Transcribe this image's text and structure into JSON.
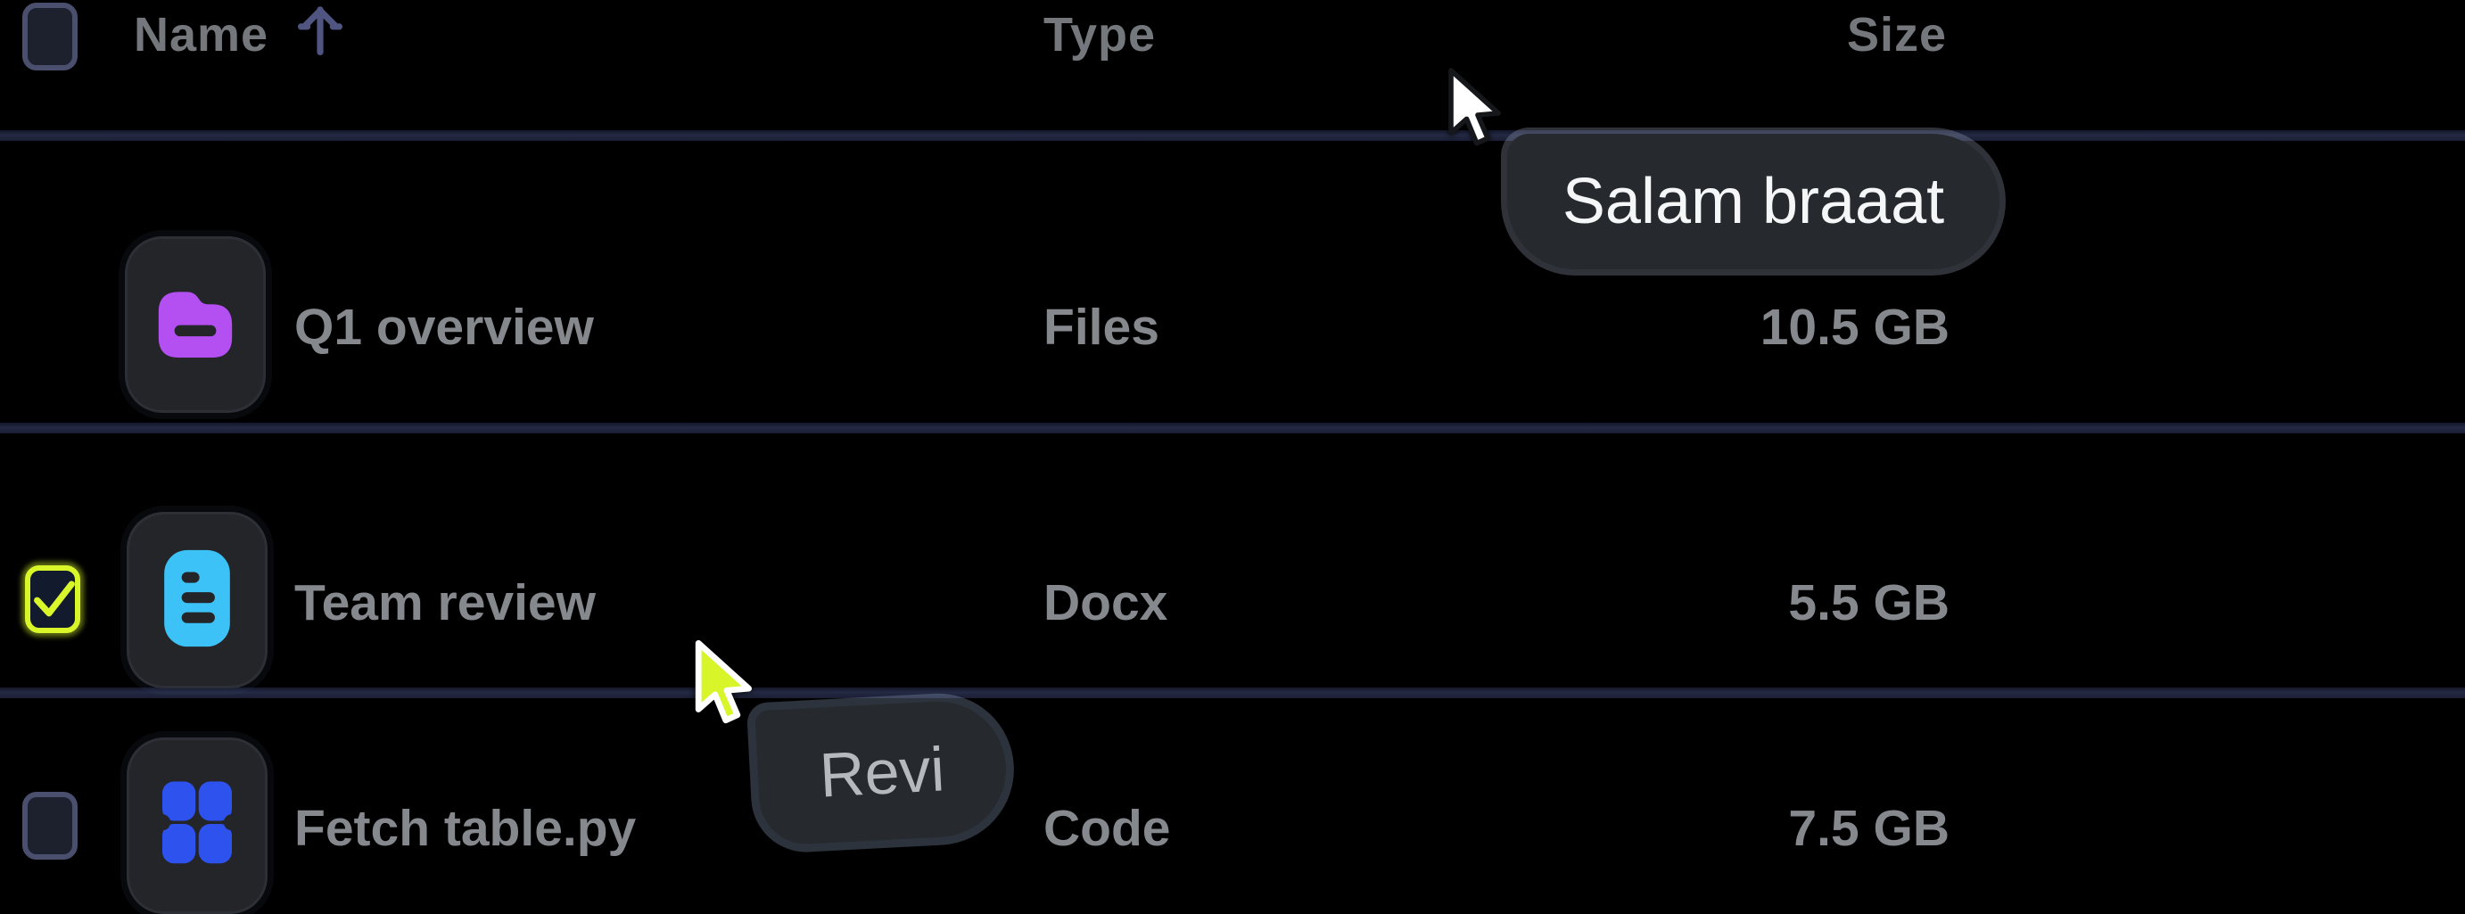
{
  "table": {
    "header": {
      "name_label": "Name",
      "type_label": "Type",
      "size_label": "Size",
      "sort_column": "Name",
      "sort_direction": "ascending"
    },
    "rows": [
      {
        "name": "Q1 overview",
        "type": "Files",
        "size": "10.5 GB",
        "icon": "folder-icon",
        "checked": false
      },
      {
        "name": "Team review",
        "type": "Docx",
        "size": "5.5 GB",
        "icon": "document-icon",
        "checked": true
      },
      {
        "name": "Fetch table.py",
        "type": "Code",
        "size": "7.5 GB",
        "icon": "code-icon",
        "checked": false
      }
    ]
  },
  "collaborators": [
    {
      "label": "Salam braaat",
      "cursor_color": "#ffffff"
    },
    {
      "label": "Revi",
      "cursor_color": "#d7f528"
    }
  ],
  "colors": {
    "background": "#000000",
    "divider": "#242a44",
    "header_text": "#74777c",
    "cell_text": "#85888d",
    "folder_accent": "#b44ff2",
    "document_accent": "#3cc2f6",
    "code_accent": "#2e52ee",
    "selection_accent": "#d9f62a",
    "tooltip_bg": "#26292d",
    "tooltip_text": "#f5f6f8"
  }
}
